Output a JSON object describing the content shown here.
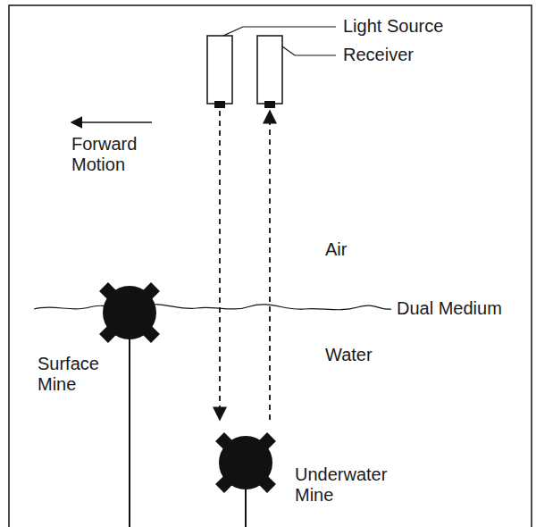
{
  "diagram": {
    "labels": [
      "Light Source",
      "Receiver",
      "Forward Motion",
      "Air",
      "Dual Medium",
      "Water",
      "Surface Mine",
      "Underwater Mine"
    ]
  }
}
